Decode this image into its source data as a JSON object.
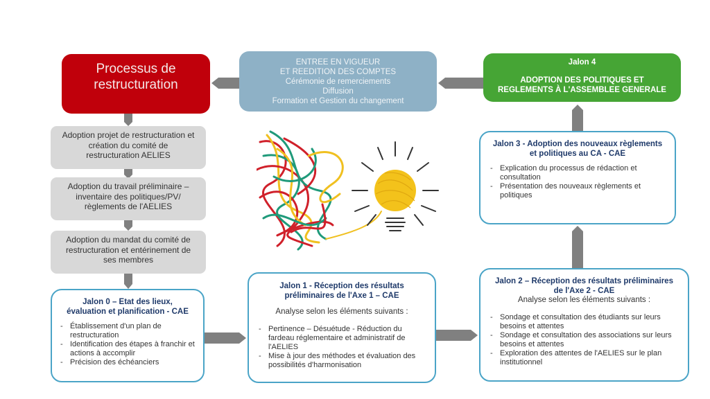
{
  "header_box": {
    "title_line1": "Processus de",
    "title_line2": "restructuration"
  },
  "top_center_box": {
    "lines": [
      "ENTREE EN VIGUEUR",
      "ET REEDITION DES COMPTES",
      "Cérémonie de remerciements",
      "Diffusion",
      "Formation et Gestion du changement"
    ]
  },
  "jalon4": {
    "title": "Jalon 4",
    "line1": "ADOPTION DES POLITIQUES ET",
    "line2": "REGLEMENTS À L'ASSEMBLEE GENERALE"
  },
  "steps": [
    {
      "line1": "Adoption projet de restructuration  et",
      "line2": "création du comité de",
      "line3": "restructuration  AELIES"
    },
    {
      "line1": "Adoption du travail préliminaire –",
      "line2": "inventaire des politiques/PV/",
      "line3": "règlements de l'AELIES"
    },
    {
      "line1": "Adoption du mandat du comité de",
      "line2": "restructuration  et entérinement  de",
      "line3": "ses membres"
    }
  ],
  "jalon0": {
    "title_line1": "Jalon 0 – Etat des lieux,",
    "title_line2": "évaluation  et planification - CAE",
    "items": [
      "Établissement d'un plan de restructuration",
      "Identification  des étapes à franchir et actions à accomplir",
      "Précision des échéanciers"
    ]
  },
  "jalon1": {
    "title_line1": "Jalon 1 - Réception des résultats",
    "title_line2": "préliminaires de l'Axe 1 – CAE",
    "subtitle": "Analyse selon les éléments suivants :",
    "items": [
      "Pertinence – Désuétude - Réduction du fardeau réglementaire et administratif de l'AELIES",
      "Mise à jour des méthodes et évaluation des possibilités d'harmonisation"
    ]
  },
  "jalon2": {
    "title_line1": "Jalon 2  – Réception des résultats préliminaires",
    "title_line2": "de l'Axe 2 - CAE",
    "subtitle": "Analyse selon les éléments suivants :",
    "items": [
      "Sondage et consultation des étudiants sur leurs besoins et attentes",
      "Sondage et consultation des associations sur leurs besoins et attentes",
      "Exploration des attentes de l'AELIES  sur le plan institutionnel"
    ]
  },
  "jalon3": {
    "title_line1": "Jalon 3  - Adoption  des nouveaux règlements",
    "title_line2": "et politiques au CA  - CAE",
    "items": [
      "Explication du processus de rédaction et consultation",
      "Présentation des nouveaux  règlements et politiques"
    ]
  },
  "illustration": {
    "icon": "tangled-yarn-lightbulb-icon"
  },
  "colors": {
    "red": "#c0000b",
    "steel_blue": "#8eb1c6",
    "green": "#46a535",
    "grey_box": "#d8d8d8",
    "arrow": "#808080",
    "outline": "#4aa4c7",
    "title_navy": "#1f3a6a"
  }
}
